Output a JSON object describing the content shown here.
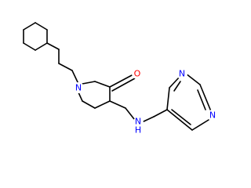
{
  "colors": {
    "background": "#ffffff",
    "bond": "#000000",
    "nitrogen": "#0000ff",
    "oxygen": "#ff0000"
  },
  "atoms": {
    "n_ring": "N",
    "o_carbonyl": "O",
    "n_amine": "N",
    "h_amine": "H",
    "n_pyrimidine_top": "N",
    "n_pyrimidine_right": "N"
  }
}
